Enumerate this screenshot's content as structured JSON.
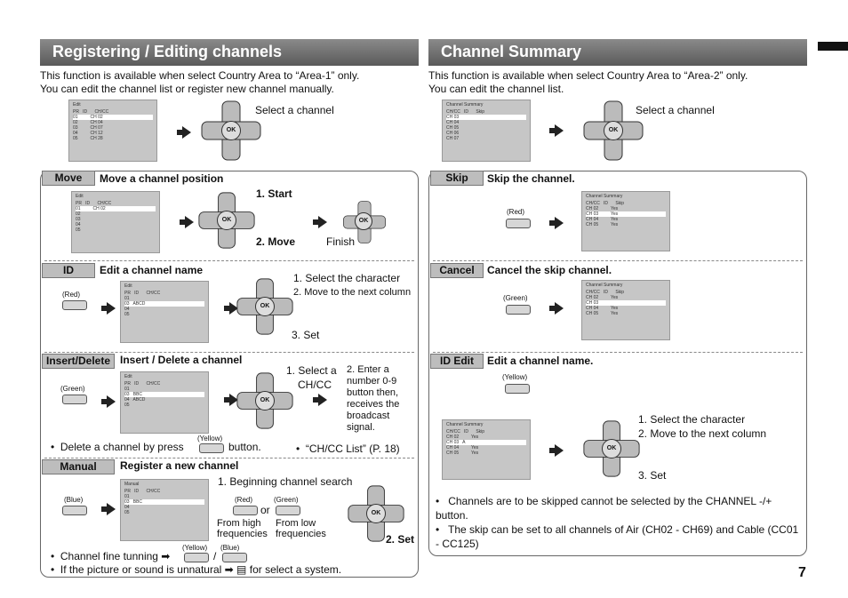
{
  "left": {
    "title": "Registering / Editing channels",
    "intro": [
      "This function is available when select Country Area to “Area-1” only.",
      "You can edit the channel list or register new channel manually."
    ],
    "select_channel": "Select a channel",
    "move": {
      "tag": "Move",
      "title": "Move a channel position",
      "start": "1. Start",
      "move": "2. Move",
      "finish": "Finish"
    },
    "id": {
      "tag": "ID",
      "title": "Edit a channel name",
      "red": "(Red)",
      "step1": "1. Select the character",
      "step2": "2. Move to the next column",
      "step3": "3. Set"
    },
    "insert": {
      "tag": "Insert/Delete",
      "title": "Insert / Delete a channel",
      "green": "(Green)",
      "step1": "1. Select a",
      "step1b": "CH/CC",
      "step2": "2. Enter a number 0-9 button then, receives the broadcast signal.",
      "delete_note": "Delete a channel by press",
      "delete_note2": "button.",
      "yellow": "(Yellow)",
      "ref": "“CH/CC List” (P. 18)"
    },
    "manual": {
      "tag": "Manual",
      "title": "Register a new channel",
      "blue": "(Blue)",
      "step1": "1. Beginning channel search",
      "red": "(Red)",
      "green": "(Green)",
      "or": "or",
      "high": "From high frequencies",
      "low": "From low frequencies",
      "step2": "2. Set",
      "fine": "Channel fine tunning",
      "yellow": "(Yellow)",
      "blue2": "(Blue)",
      "unnatural": "If the picture or sound is unnatural",
      "unnatural2": "for select a system."
    }
  },
  "right": {
    "title": "Channel Summary",
    "intro": [
      "This function is available when select Country Area to “Area-2” only.",
      "You can edit the channel list."
    ],
    "select_channel": "Select a channel",
    "skip": {
      "tag": "Skip",
      "title": "Skip the channel.",
      "red": "(Red)"
    },
    "cancel": {
      "tag": "Cancel",
      "title": "Cancel the skip channel.",
      "green": "(Green)"
    },
    "idedit": {
      "tag": "ID Edit",
      "title": "Edit a channel name.",
      "yellow": "(Yellow)",
      "step1": "1. Select the character",
      "step2": "2. Move to the next column",
      "step3": "3. Set"
    },
    "notes": [
      "Channels are to be skipped cannot be selected by the CHANNEL -/+ button.",
      "The skip can be set to all channels of Air (CH02 - CH69) and Cable (CC01 - CC125)"
    ]
  },
  "screens": {
    "edit": "Edit",
    "manual": "Manual",
    "summary": "Channel Summary",
    "ok": "OK"
  },
  "page_number": "7"
}
